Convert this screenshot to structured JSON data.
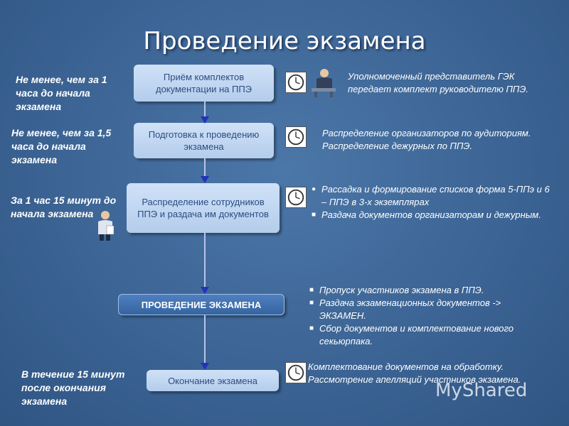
{
  "title": "Проведение экзамена",
  "timings": [
    "Не менее, чем за 1 часа до начала экзамена",
    "Не менее, чем за 1,5 часа до начала экзамена",
    "За 1 час 15 минут до начала экзамена",
    "В течение 15  минут после окончания экзамена"
  ],
  "steps": [
    "Приём комплектов документации на ППЭ",
    "Подготовка к проведению экзамена",
    "Распределение сотрудников ППЭ и раздача им документов",
    "ПРОВЕДЕНИЕ ЭКЗАМЕНА",
    "Окончание экзамена"
  ],
  "notes": {
    "n1": "Уполномоченный представитель ГЭК передает комплект руководителю ППЭ.",
    "n2": "Распределение организаторов по аудиториям. Распределение дежурных по ППЭ.",
    "n3": [
      "Рассадка и формирование списков форма 5-ППэ и 6 – ППЭ в 3-х экземплярах",
      "Раздача документов организаторам и дежурным."
    ],
    "n4": [
      "Пропуск участников экзамена в ППЭ.",
      "Раздача экзаменационных документов -> ЭКЗАМЕН.",
      "Сбор документов и комплектование нового секьюрпака."
    ],
    "n5": "Комплектование документов на обработку. Рассмотрение апелляций участников экзамена."
  },
  "watermark": "MyShared",
  "icons": [
    "clock-icon",
    "person-icon",
    "bullet-dot",
    "bullet-square"
  ]
}
